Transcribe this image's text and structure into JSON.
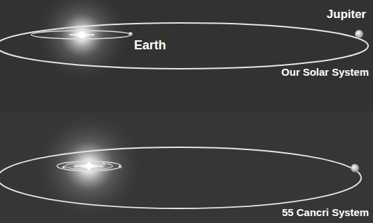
{
  "diagram": {
    "labels": [
      "Jupiter",
      "Earth",
      "Our Solar System",
      "55 Cancri System"
    ]
  }
}
